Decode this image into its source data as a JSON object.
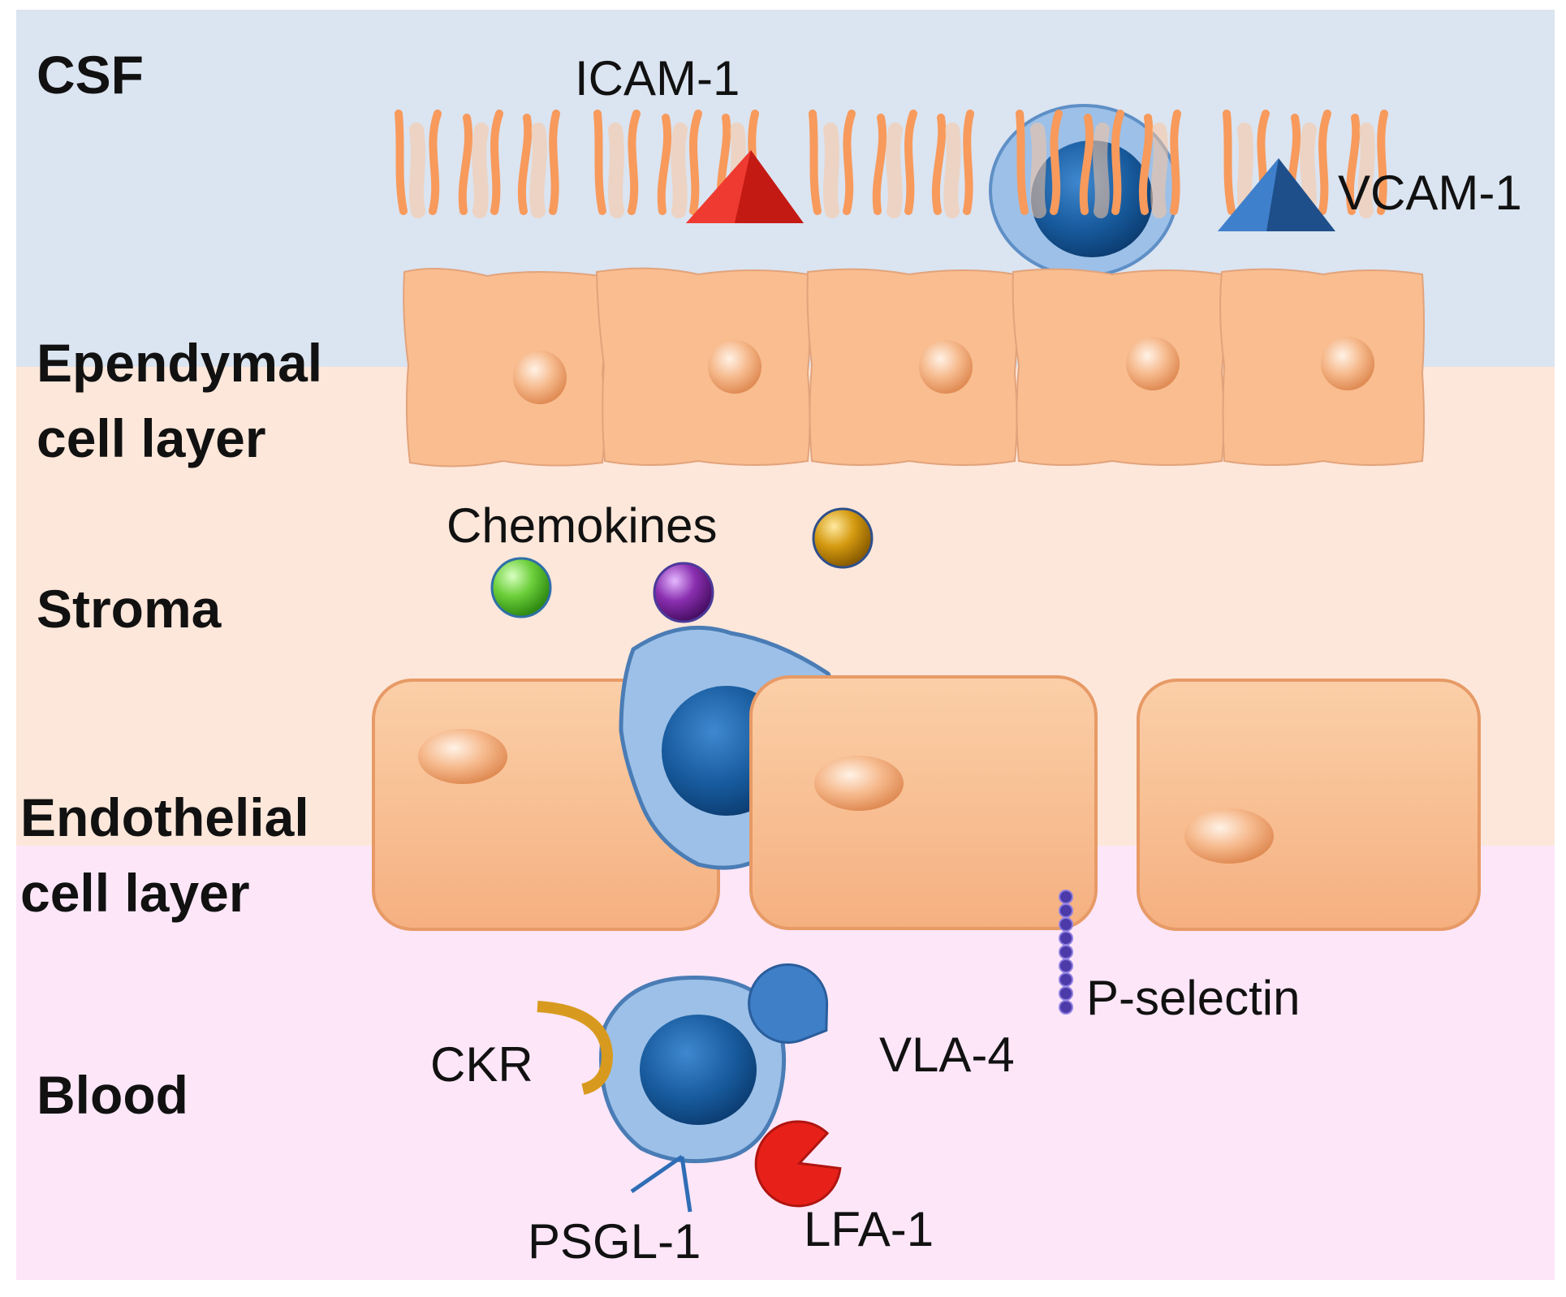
{
  "colors": {
    "csf_bg": "#dbe4f1",
    "stroma_bg": "#fde7da",
    "blood_bg": "#fce6f8",
    "cell_fill": "#f9bd8f",
    "leukocyte_outer": "#9cc0e8",
    "leukocyte_nucleus": "#175a9c",
    "icam1": "#e62a22",
    "vcam1": "#2f6db5",
    "ckr": "#d89a1e",
    "lfa1": "#e8201a",
    "vla4": "#3f7fc7",
    "p_selectin": "#4b3aa8",
    "chemokine_green": "#6ccf3a",
    "chemokine_purple": "#8a2fb0",
    "chemokine_gold": "#d49a10"
  },
  "regions": {
    "csf": "CSF",
    "ependymal_line1": "Ependymal",
    "ependymal_line2": "cell layer",
    "stroma": "Stroma",
    "endothelial_line1": "Endothelial",
    "endothelial_line2": "cell layer",
    "blood": "Blood"
  },
  "molecules": {
    "icam1": "ICAM-1",
    "vcam1": "VCAM-1",
    "chemokines": "Chemokines",
    "p_selectin": "P-selectin",
    "ckr": "CKR",
    "vla4": "VLA-4",
    "psgl1": "PSGL-1",
    "lfa1": "LFA-1"
  }
}
